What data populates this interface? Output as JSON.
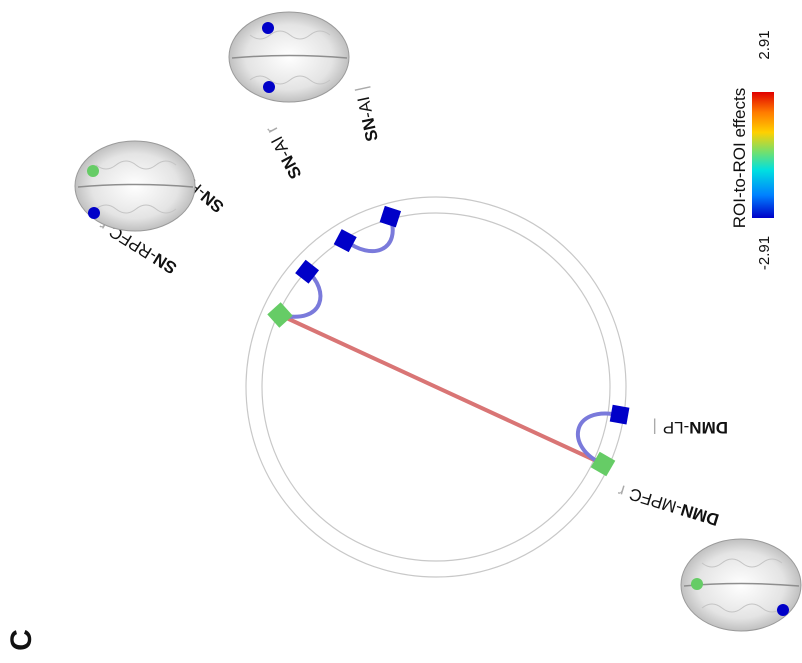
{
  "panel_label": "C",
  "colorbar": {
    "title": "ROI-to-ROI effects",
    "max_label": "2.91",
    "min_label": "-2.91",
    "stops": [
      "#0000c8",
      "#0080ff",
      "#00e0e0",
      "#70e070",
      "#ffd000",
      "#ff7a00",
      "#e00000"
    ]
  },
  "colors": {
    "negative_node": "#0000c8",
    "positive_node": "#66cc66",
    "positive_edge": "#d97575",
    "negative_edge": "#7a7adb",
    "ring": "#c8c8c8"
  },
  "nodes": [
    {
      "id": "sn-ai-1",
      "network": "SN",
      "region": "-AI",
      "tick": "|",
      "effect": "negative"
    },
    {
      "id": "sn-ai-2",
      "network": "SN",
      "region": "-AI",
      "tick": "r",
      "effect": "negative"
    },
    {
      "id": "sn-rpfc-1",
      "network": "SN",
      "region": "-RPFC",
      "tick": "|",
      "effect": "negative"
    },
    {
      "id": "sn-rpfc-2",
      "network": "SN",
      "region": "-RPFC",
      "tick": "r",
      "effect": "positive"
    },
    {
      "id": "dmn-lp",
      "network": "DMN",
      "region": "-LP",
      "tick": "|",
      "effect": "negative"
    },
    {
      "id": "dmn-mpfc",
      "network": "DMN",
      "region": "-MPFC",
      "tick": "r",
      "effect": "positive"
    }
  ],
  "connections": [
    {
      "from": "sn-rpfc-2",
      "to": "dmn-mpfc",
      "effect": "positive"
    },
    {
      "from": "sn-ai-1",
      "to": "sn-ai-2",
      "effect": "negative"
    },
    {
      "from": "sn-rpfc-1",
      "to": "sn-rpfc-2",
      "effect": "negative"
    },
    {
      "from": "dmn-lp",
      "to": "dmn-mpfc",
      "effect": "negative"
    }
  ],
  "brains": [
    {
      "id": "brain-top",
      "dots": [
        "negative",
        "negative"
      ]
    },
    {
      "id": "brain-left",
      "dots": [
        "positive",
        "negative"
      ]
    },
    {
      "id": "brain-bottom-right",
      "dots": [
        "positive",
        "negative"
      ]
    }
  ]
}
